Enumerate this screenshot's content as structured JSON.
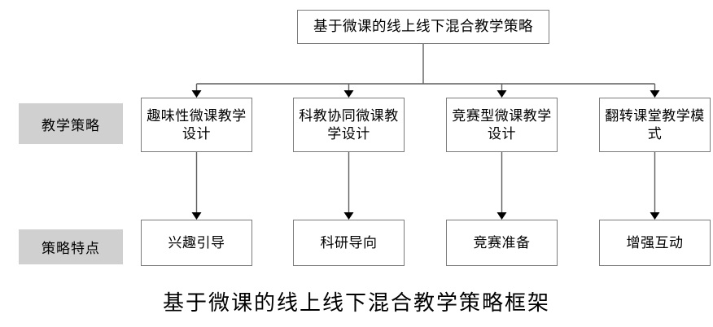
{
  "diagram": {
    "root": {
      "label": "基于微课的线上线下混合教学策略"
    },
    "side_labels": [
      {
        "label": "教学策略"
      },
      {
        "label": "策略特点"
      }
    ],
    "strategies": [
      {
        "label": "趣味性微课教学设计"
      },
      {
        "label": "科教协同微课教学设计"
      },
      {
        "label": "竞赛型微课教学设计"
      },
      {
        "label": "翻转课堂教学模式"
      }
    ],
    "features": [
      {
        "label": "兴趣引导"
      },
      {
        "label": "科研导向"
      },
      {
        "label": "竞赛准备"
      },
      {
        "label": "增强互动"
      }
    ],
    "caption": "基于微课的线上线下混合教学策略框架",
    "colors": {
      "box_border": "#7b7b7b",
      "box_fill": "#ffffff",
      "side_label_fill": "#d0d0d0",
      "connector": "#5f5f5f",
      "arrow": "#000000",
      "text": "#000000",
      "background": "#ffffff"
    }
  }
}
